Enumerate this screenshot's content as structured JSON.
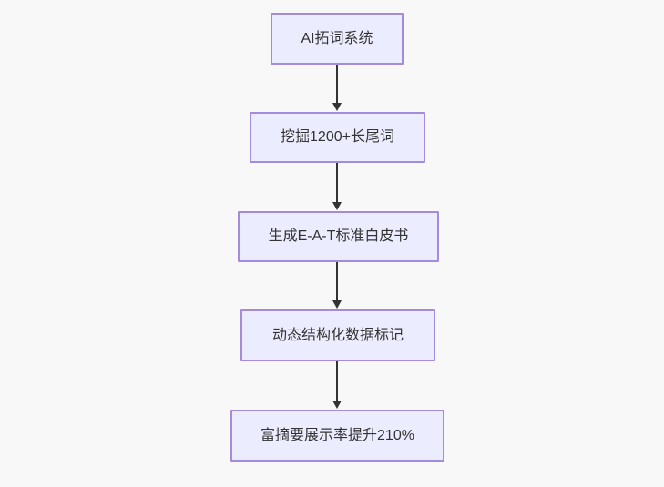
{
  "diagram": {
    "type": "flowchart",
    "direction": "top-down",
    "nodes": [
      {
        "id": "n1",
        "label": "AI拓词系统"
      },
      {
        "id": "n2",
        "label": "挖掘1200+长尾词"
      },
      {
        "id": "n3",
        "label": "生成E-A-T标准白皮书"
      },
      {
        "id": "n4",
        "label": "动态结构化数据标记"
      },
      {
        "id": "n5",
        "label": "富摘要展示率提升210%"
      }
    ],
    "edges": [
      {
        "from": "n1",
        "to": "n2",
        "style": "arrow-down"
      },
      {
        "from": "n2",
        "to": "n3",
        "style": "arrow-down"
      },
      {
        "from": "n3",
        "to": "n4",
        "style": "arrow-down"
      },
      {
        "from": "n4",
        "to": "n5",
        "style": "arrow-down"
      }
    ],
    "colors": {
      "background": "#f8f8f8",
      "node_fill": "#ececff",
      "node_border": "#a48bdb",
      "arrow": "#333333",
      "text": "#333333"
    }
  }
}
